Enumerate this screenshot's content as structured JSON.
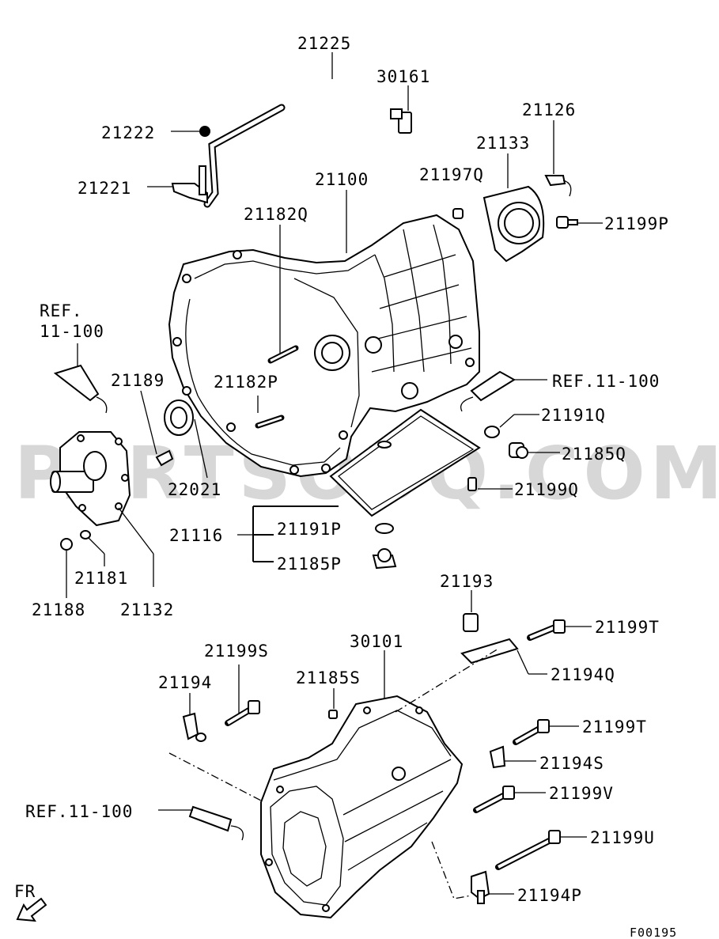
{
  "watermark": "PARTSOUQ.COM",
  "figure_id": "F00195",
  "direction": "FR",
  "part_labels": {
    "p21225": "21225",
    "p30161": "30161",
    "p21222": "21222",
    "p21221": "21221",
    "p21126": "21126",
    "p21133": "21133",
    "p21100": "21100",
    "p21197Q": "21197Q",
    "p21182Q": "21182Q",
    "p21199P": "21199P",
    "ref1_line1": "REF.",
    "ref1_line2": "11-100",
    "p21189": "21189",
    "p21182P": "21182P",
    "ref2": "REF.11-100",
    "p21191Q": "21191Q",
    "p21185Q": "21185Q",
    "p21199Q": "21199Q",
    "p22021": "22021",
    "p21116": "21116",
    "p21191P": "21191P",
    "p21185P": "21185P",
    "p21181": "21181",
    "p21188": "21188",
    "p21132": "21132",
    "p21193": "21193",
    "p30101": "30101",
    "p21199T_a": "21199T",
    "p21199S": "21199S",
    "p21185S": "21185S",
    "p21194": "21194",
    "p21194Q": "21194Q",
    "p21199T_b": "21199T",
    "p21194S": "21194S",
    "p21199V": "21199V",
    "ref3": "REF.11-100",
    "p21199U": "21199U",
    "p21194P": "21194P"
  }
}
